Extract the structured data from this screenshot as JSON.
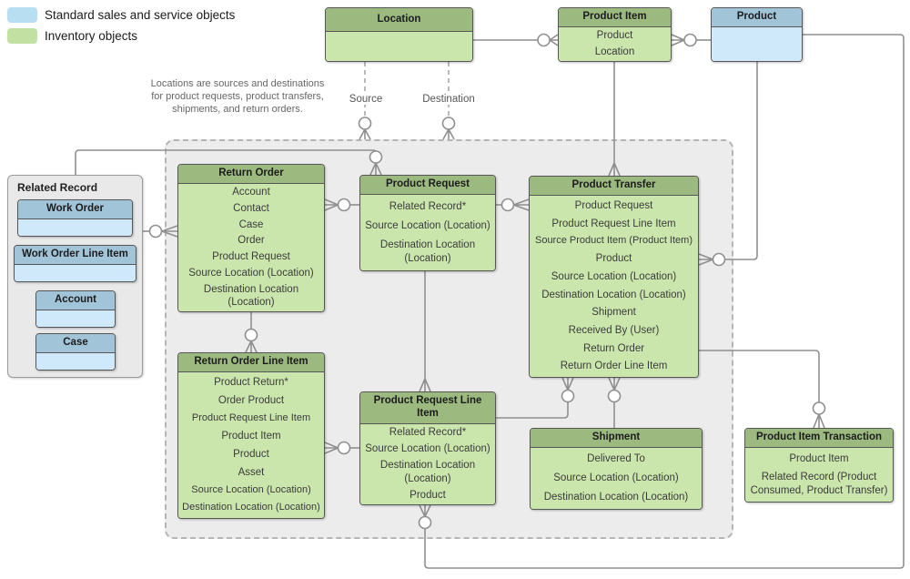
{
  "legend": {
    "items": [
      {
        "label": "Standard sales and service objects",
        "swatch_color": "#b8def1"
      },
      {
        "label": "Inventory objects",
        "swatch_color": "#c3e0a3"
      }
    ]
  },
  "note": {
    "line1": "Locations are sources and destinations",
    "line2": "for product requests, product transfers,",
    "line3": "shipments, and return orders."
  },
  "wire_labels": {
    "source": "Source",
    "destination": "Destination"
  },
  "panels": {
    "related_record": {
      "title": "Related Record"
    }
  },
  "entities": {
    "location": {
      "title": "Location"
    },
    "product_item": {
      "title": "Product Item",
      "fields": [
        "Product",
        "Location"
      ]
    },
    "product": {
      "title": "Product"
    },
    "work_order": {
      "title": "Work Order"
    },
    "work_order_line_item": {
      "title": "Work Order Line Item"
    },
    "account": {
      "title": "Account"
    },
    "case": {
      "title": "Case"
    },
    "return_order": {
      "title": "Return Order",
      "fields": [
        "Account",
        "Contact",
        "Case",
        "Order",
        "Product Request",
        "Source Location (Location)",
        "Destination Location (Location)"
      ]
    },
    "product_request": {
      "title": "Product Request",
      "fields": [
        "Related Record*",
        "Source Location (Location)",
        "Destination Location (Location)"
      ]
    },
    "product_transfer": {
      "title": "Product Transfer",
      "fields": [
        "Product Request",
        "Product Request Line Item",
        "Source Product Item (Product Item)",
        "Product",
        "Source Location (Location)",
        "Destination Location (Location)",
        "Shipment",
        "Received By (User)",
        "Return Order",
        "Return Order Line Item"
      ]
    },
    "return_order_line_item": {
      "title": "Return Order Line Item",
      "fields": [
        "Product Return*",
        "Order Product",
        "Product Request Line Item",
        "Product Item",
        "Product",
        "Asset",
        "Source Location (Location)",
        "Destination Location (Location)"
      ]
    },
    "product_request_line_item": {
      "title": "Product Request Line Item",
      "fields": [
        "Related Record*",
        "Source Location (Location)",
        "Destination Location (Location)",
        "Product"
      ]
    },
    "shipment": {
      "title": "Shipment",
      "fields": [
        "Delivered To",
        "Source Location (Location)",
        "Destination Location (Location)"
      ]
    },
    "product_item_transaction": {
      "title": "Product Item Transaction",
      "fields": [
        "Product Item",
        "Related Record (Product Consumed, Product Transfer)"
      ]
    }
  },
  "colors": {
    "inventory_header": "#9cba80",
    "inventory_body": "#cbe6ad",
    "standard_header": "#a2c4d9",
    "standard_body": "#cfe9fb",
    "connector": "#8f8f8f",
    "panel_fill": "#ececec"
  }
}
